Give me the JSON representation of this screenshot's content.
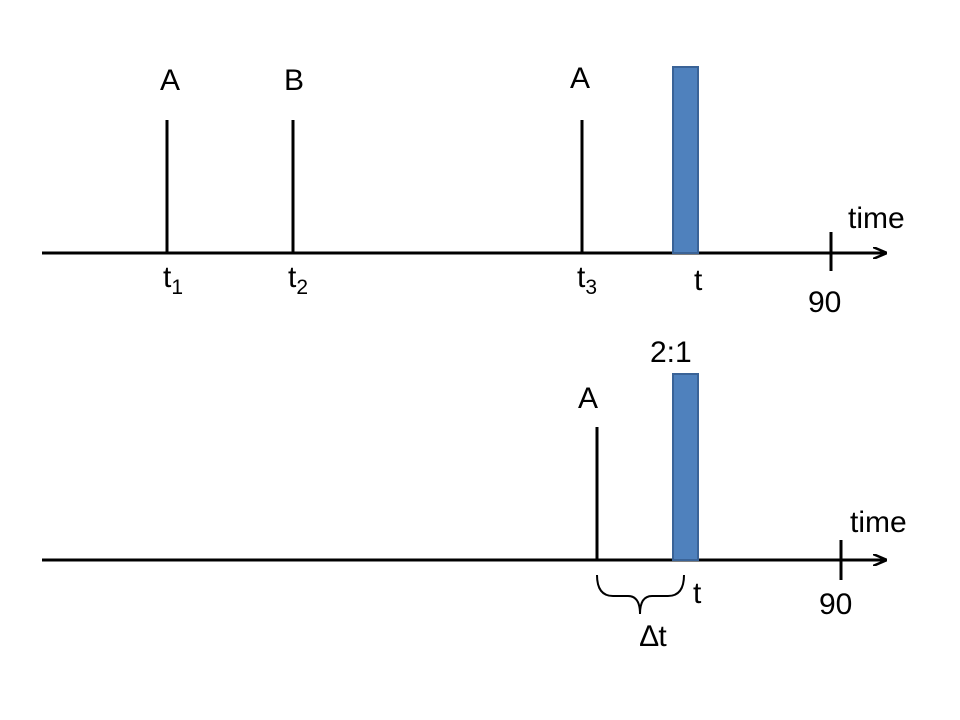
{
  "colors": {
    "bar_fill": "#4f81bd",
    "bar_stroke": "#3a6397",
    "ink": "#000000"
  },
  "panels": {
    "top": {
      "axis_label": "time",
      "end_tick_label": "90",
      "bar_label": "",
      "bar_time_label": "t",
      "events": [
        {
          "name": "A",
          "time_label": "t",
          "time_subscript": "1"
        },
        {
          "name": "B",
          "time_label": "t",
          "time_subscript": "2"
        },
        {
          "name": "A",
          "time_label": "t",
          "time_subscript": "3"
        }
      ]
    },
    "bottom": {
      "axis_label": "time",
      "end_tick_label": "90",
      "bar_label": "2:1",
      "bar_time_label": "t",
      "events": [
        {
          "name": "A"
        }
      ],
      "interval_label": "∆t"
    }
  }
}
